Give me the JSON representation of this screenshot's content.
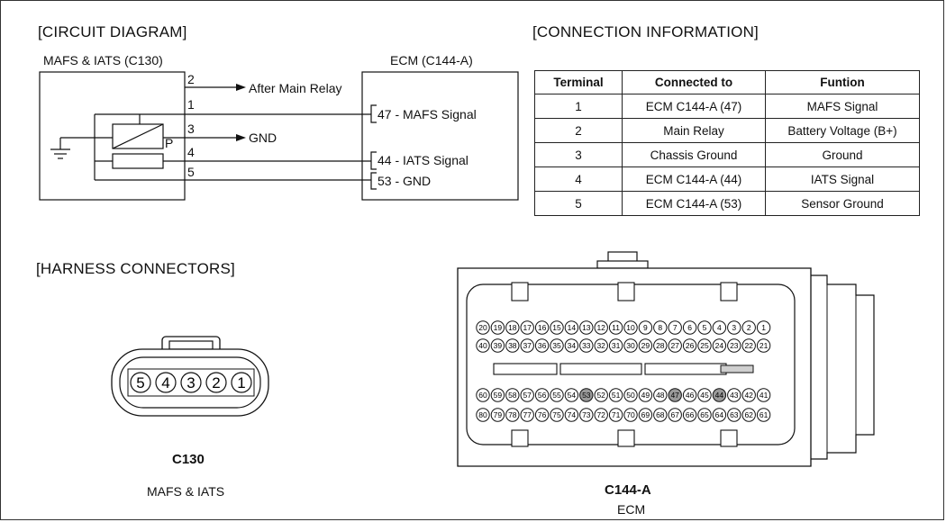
{
  "circuit": {
    "heading": "[CIRCUIT DIAGRAM]",
    "sensor_label": "MAFS & IATS (C130)",
    "ecm_label": "ECM (C144-A)",
    "pin_numbers": [
      "2",
      "1",
      "3",
      "P",
      "4",
      "5"
    ],
    "after_main_relay": "After Main Relay",
    "gnd": "GND",
    "mafs_signal": "47 - MAFS Signal",
    "iats_signal": "44 - IATS Signal",
    "gnd_53": "53 - GND"
  },
  "connection": {
    "heading": "[CONNECTION INFORMATION]",
    "headers": [
      "Terminal",
      "Connected to",
      "Funtion"
    ],
    "rows": [
      [
        "1",
        "ECM C144-A (47)",
        "MAFS Signal"
      ],
      [
        "2",
        "Main Relay",
        "Battery Voltage (B+)"
      ],
      [
        "3",
        "Chassis Ground",
        "Ground"
      ],
      [
        "4",
        "ECM C144-A (44)",
        "IATS Signal"
      ],
      [
        "5",
        "ECM C144-A (53)",
        "Sensor Ground"
      ]
    ]
  },
  "harness": {
    "heading": "[HARNESS CONNECTORS]",
    "c130_pins": [
      "5",
      "4",
      "3",
      "2",
      "1"
    ],
    "c130_name": "C130",
    "c130_sub": "MAFS & IATS",
    "ecm_row1": [
      "20",
      "19",
      "18",
      "17",
      "16",
      "15",
      "14",
      "13",
      "12",
      "11",
      "10",
      "9",
      "8",
      "7",
      "6",
      "5",
      "4",
      "3",
      "2",
      "1"
    ],
    "ecm_row2": [
      "40",
      "39",
      "38",
      "37",
      "36",
      "35",
      "34",
      "33",
      "32",
      "31",
      "30",
      "29",
      "28",
      "27",
      "26",
      "25",
      "24",
      "23",
      "22",
      "21"
    ],
    "ecm_row3": [
      "60",
      "59",
      "58",
      "57",
      "56",
      "55",
      "54",
      "53",
      "52",
      "51",
      "50",
      "49",
      "48",
      "47",
      "46",
      "45",
      "44",
      "43",
      "42",
      "41"
    ],
    "ecm_row4": [
      "80",
      "79",
      "78",
      "77",
      "76",
      "75",
      "74",
      "73",
      "72",
      "71",
      "70",
      "69",
      "68",
      "67",
      "66",
      "65",
      "64",
      "63",
      "62",
      "61"
    ],
    "ecm_highlighted": [
      "53",
      "47",
      "44"
    ],
    "ecm_highlight_color": "#9a9a9a",
    "ecm_name": "C144-A",
    "ecm_sub": "ECM"
  }
}
